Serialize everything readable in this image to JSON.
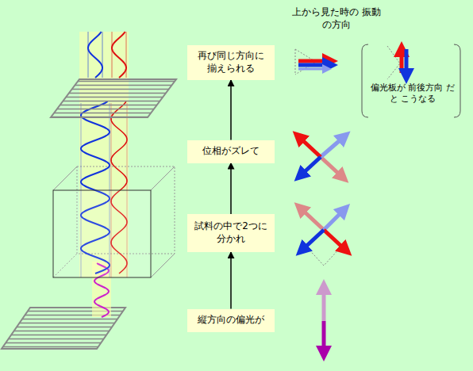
{
  "diagram": {
    "nodes": [
      {
        "text": [
          "再び同じ方向に 揃えられる"
        ]
      },
      {
        "text": [
          "位相がズレて"
        ]
      },
      {
        "text": [
          "試料の中で2つに 分かれ"
        ]
      },
      {
        "text": [
          "縦方向の偏光が"
        ]
      }
    ],
    "edges": [
      {
        "from": 3,
        "to": 2,
        "arrow": "to"
      },
      {
        "from": 2,
        "to": 1,
        "arrow": "to"
      },
      {
        "from": 1,
        "to": 0,
        "arrow": "to"
      }
    ],
    "labels": [
      "上から見た時の 振動の方向",
      "偏光板が 前後方向 だと こうなる"
    ]
  }
}
